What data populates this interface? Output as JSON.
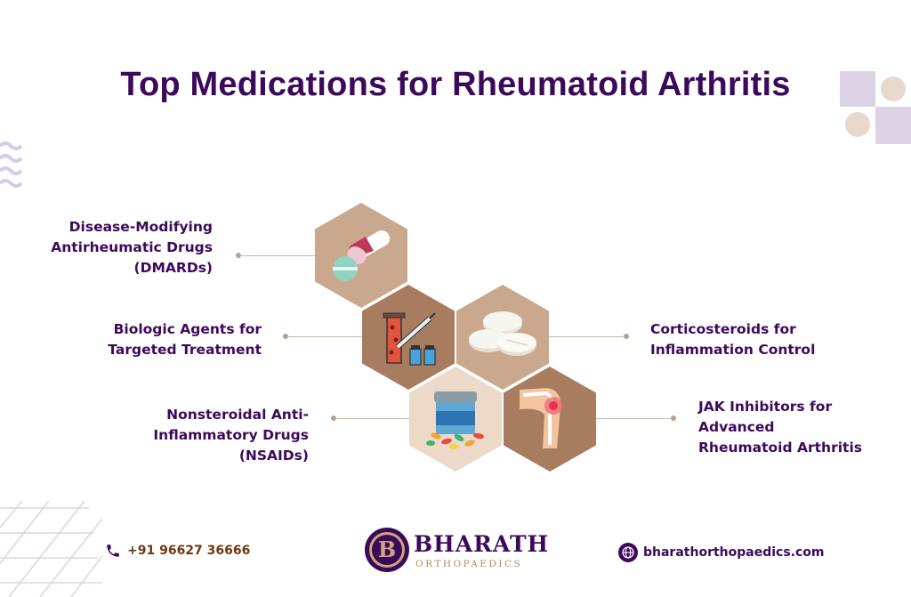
{
  "title": "Top Medications for Rheumatoid Arthritis",
  "medications": [
    {
      "lines": [
        "Disease-Modifying",
        "Antirheumatic Drugs",
        "(DMARDs)"
      ],
      "icon": "capsules-pills-icon"
    },
    {
      "lines": [
        "Biologic Agents for",
        "Targeted Treatment"
      ],
      "icon": "syringe-vials-icon"
    },
    {
      "lines": [
        "Corticosteroids for",
        "Inflammation Control"
      ],
      "icon": "tablets-icon"
    },
    {
      "lines": [
        "Nonsteroidal Anti-",
        "Inflammatory Drugs",
        "(NSAIDs)"
      ],
      "icon": "pill-bottle-icon"
    },
    {
      "lines": [
        "JAK Inhibitors for",
        "Advanced",
        "Rheumatoid Arthritis"
      ],
      "icon": "inflamed-knee-icon"
    }
  ],
  "footer": {
    "phone": "+91 96627 36666",
    "brand_initial": "B",
    "brand_name": "BHARATH",
    "brand_sub": "ORTHOPAEDICS",
    "website": "bharathorthopaedics.com"
  },
  "colors": {
    "title": "#3d0a5b",
    "accent_brown": "#a87c5f",
    "tan": "#c9a88e",
    "beige": "#e8d6c6",
    "lavender": "#ddd3e6"
  }
}
